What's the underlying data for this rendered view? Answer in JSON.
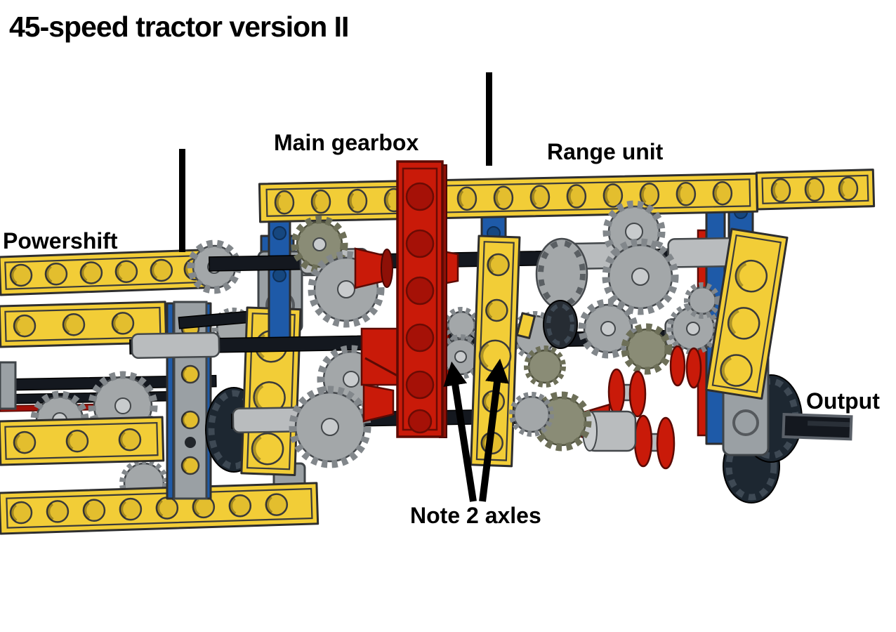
{
  "title": "45-speed tractor version II",
  "labels": {
    "powershift": "Powershift",
    "main_gearbox": "Main gearbox",
    "range_unit": "Range unit",
    "output": "Output",
    "note_axles": "Note 2 axles"
  },
  "colors": {
    "lego_yellow": "#F2CD37",
    "lego_red": "#C91A09",
    "lego_blue": "#1E5AA8",
    "lego_light_gray": "#A3A7A9",
    "lego_dark_gray": "#8A8C76",
    "lego_black": "#1D2731",
    "annotation_black": "#000000",
    "background": "#FFFFFF"
  }
}
